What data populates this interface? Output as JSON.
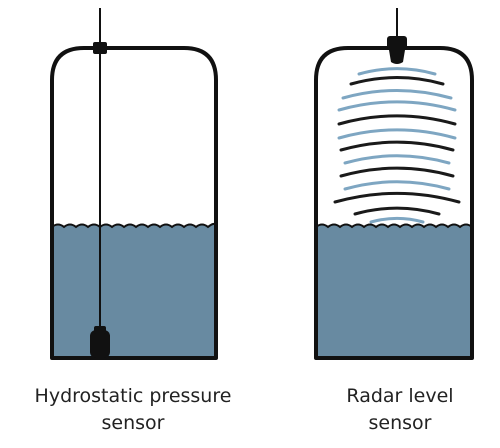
{
  "colors": {
    "outline": "#111111",
    "water": "#688aa1",
    "background": "#ffffff",
    "radar_wave_dark": "#1a1a1a",
    "radar_wave_light": "#7ea6c2"
  },
  "left_panel": {
    "caption_line1": "Hydrostatic pressure",
    "caption_line2": "sensor"
  },
  "right_panel": {
    "caption_line1": "Radar level",
    "caption_line2": "sensor"
  },
  "icons": {
    "pressure_probe": "pressure-sensor-probe-icon",
    "radar_head": "radar-sensor-head-icon"
  }
}
